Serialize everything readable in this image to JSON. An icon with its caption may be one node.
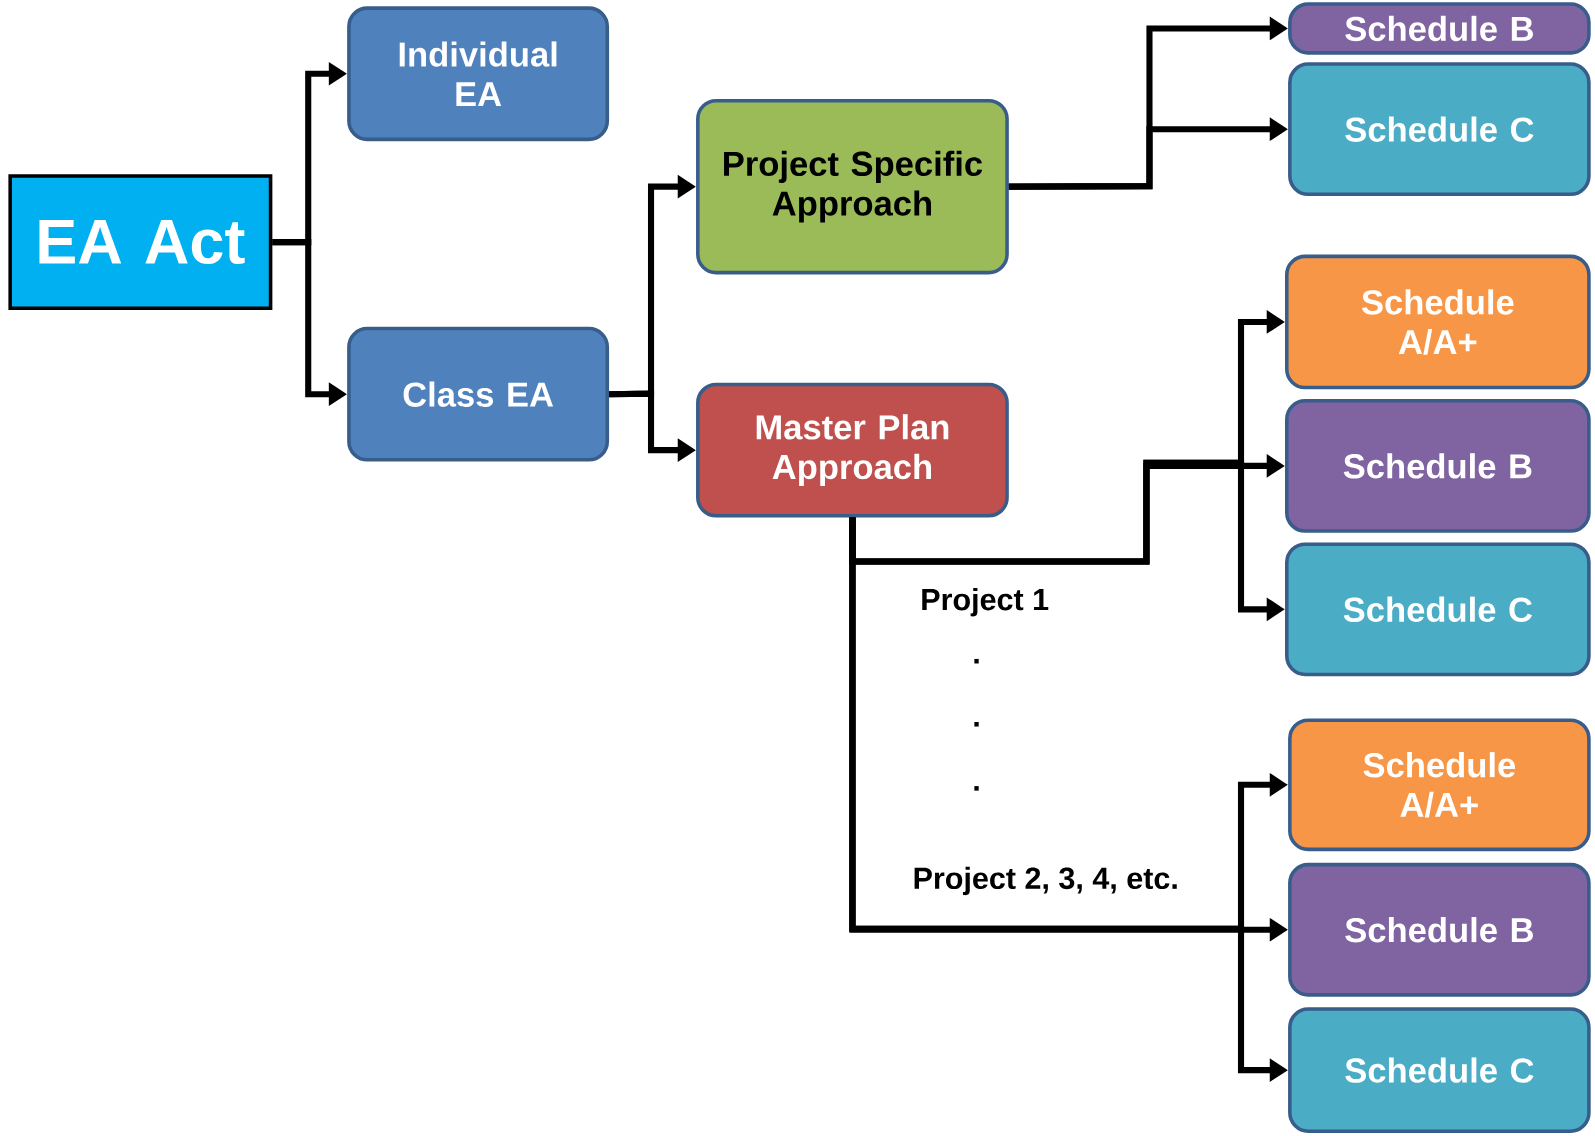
{
  "diagram": {
    "nodes": [
      {
        "text": [
          "EA Act"
        ]
      },
      {
        "text": [
          "Individual EA"
        ]
      },
      {
        "text": [
          "Class EA"
        ]
      },
      {
        "text": [
          "Project Specific Approach"
        ]
      },
      {
        "text": [
          "Master Plan Approach"
        ]
      },
      {
        "text": [
          "Schedule B"
        ]
      },
      {
        "text": [
          "Schedule C"
        ]
      },
      {
        "text": [
          "Schedule A/A+"
        ]
      },
      {
        "text": [
          "Schedule B"
        ]
      },
      {
        "text": [
          "Schedule C"
        ]
      },
      {
        "text": [
          "Schedule A/A+"
        ]
      },
      {
        "text": [
          "Schedule B"
        ]
      },
      {
        "text": [
          "Schedule C"
        ]
      }
    ],
    "edges": [
      {
        "from": 0,
        "to": 1,
        "arrow": "to"
      },
      {
        "from": 0,
        "to": 2,
        "arrow": "to"
      },
      {
        "from": 2,
        "to": 3,
        "arrow": "to"
      },
      {
        "from": 2,
        "to": 4,
        "arrow": "to"
      },
      {
        "from": 3,
        "to": 5,
        "arrow": "to"
      },
      {
        "from": 3,
        "to": 6,
        "arrow": "to"
      },
      {
        "from": 4,
        "to": 7,
        "arrow": "to"
      },
      {
        "from": 4,
        "to": 8,
        "arrow": "to",
        "label": "Project 1"
      },
      {
        "from": 4,
        "to": 9,
        "arrow": "to"
      },
      {
        "from": 4,
        "to": 10,
        "arrow": "to"
      },
      {
        "from": 4,
        "to": 11,
        "arrow": "to",
        "label": "Project 2, 3, 4, etc."
      },
      {
        "from": 4,
        "to": 12,
        "arrow": "to"
      }
    ],
    "labels": [
      ".",
      ".",
      "."
    ]
  }
}
